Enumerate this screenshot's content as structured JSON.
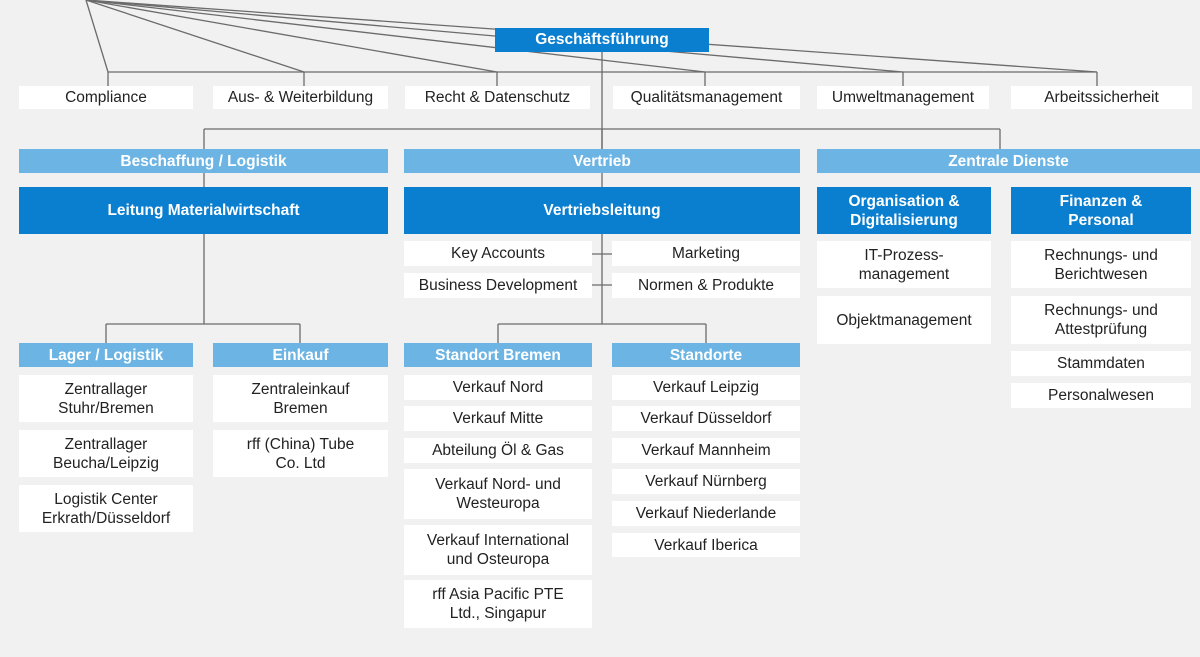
{
  "colors": {
    "dark_blue": "#0a7fcf",
    "light_blue": "#6cb4e4",
    "background": "#f1f1f2",
    "lines": "#6b6b6b"
  },
  "top": "Geschäftsführung",
  "staff": [
    "Compliance",
    "Aus- & Weiterbildung",
    "Recht & Datenschutz",
    "Qualitätsmanagement",
    "Umweltmanagement",
    "Arbeitssicherheit"
  ],
  "divisions": {
    "logistik": {
      "title": "Beschaffung / Logistik",
      "lead": "Leitung Materialwirtschaft",
      "lager": {
        "title": "Lager / Logistik",
        "items": [
          "Zentrallager\nStuhr/Bremen",
          "Zentrallager\nBeucha/Leipzig",
          "Logistik Center\nErkrath/Düsseldorf"
        ]
      },
      "einkauf": {
        "title": "Einkauf",
        "items": [
          "Zentraleinkauf\nBremen",
          "rff (China) Tube\nCo. Ltd"
        ]
      }
    },
    "vertrieb": {
      "title": "Vertrieb",
      "lead": "Vertriebsleitung",
      "staff_left": [
        "Key Accounts",
        "Business Development"
      ],
      "staff_right": [
        "Marketing",
        "Normen & Produkte"
      ],
      "bremen": {
        "title": "Standort Bremen",
        "items": [
          "Verkauf Nord",
          "Verkauf Mitte",
          "Abteilung Öl & Gas",
          "Verkauf Nord- und\nWesteuropa",
          "Verkauf International\nund Osteuropa",
          "rff Asia Pacific PTE\nLtd., Singapur"
        ]
      },
      "standorte": {
        "title": "Standorte",
        "items": [
          "Verkauf Leipzig",
          "Verkauf Düsseldorf",
          "Verkauf Mannheim",
          "Verkauf Nürnberg",
          "Verkauf Niederlande",
          "Verkauf Iberica"
        ]
      }
    },
    "dienste": {
      "title": "Zentrale Dienste",
      "org": {
        "title": "Organisation &\nDigitalisierung",
        "items": [
          "IT-Prozess-\nmanagement",
          "Objektmanagement"
        ]
      },
      "finanzen": {
        "title": "Finanzen &\nPersonal",
        "items": [
          "Rechnungs- und\nBerichtwesen",
          "Rechnungs- und\nAttestprüfung",
          "Stammdaten",
          "Personalwesen"
        ]
      }
    }
  }
}
